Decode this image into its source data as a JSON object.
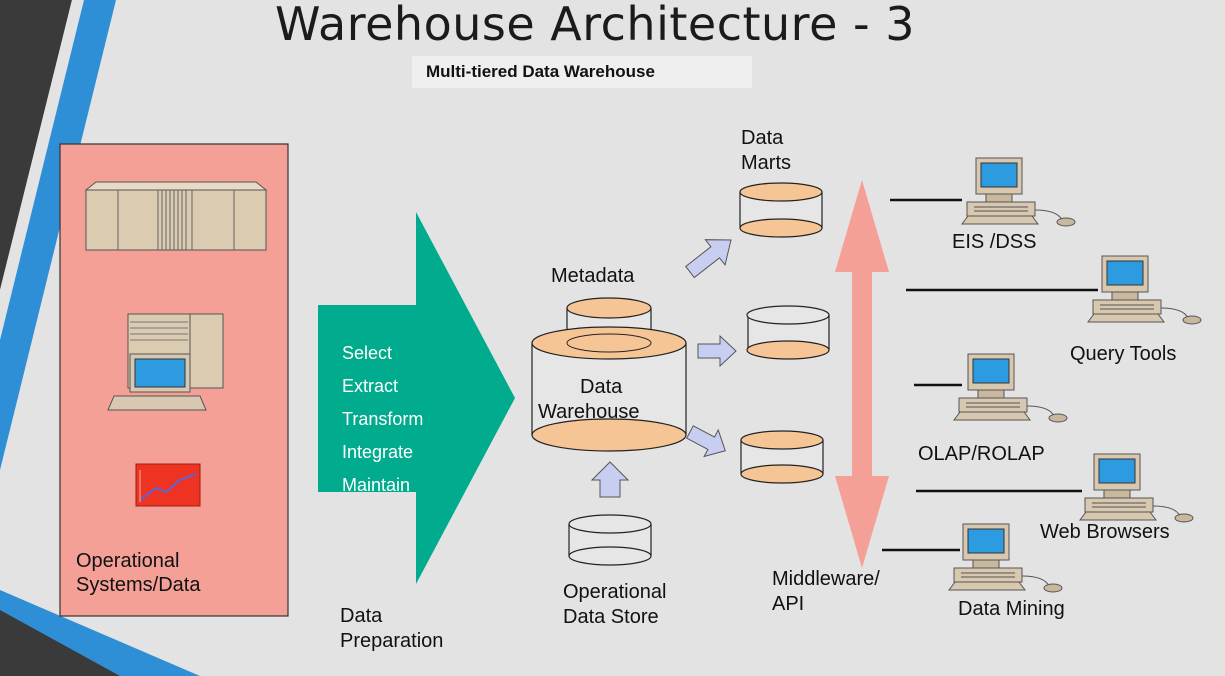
{
  "title": "Warehouse Architecture - 3",
  "subtitle": "Multi-tiered Data Warehouse",
  "sources": {
    "label_line1": "Operational",
    "label_line2": "Systems/Data"
  },
  "preparation": {
    "steps": [
      "Select",
      "Extract",
      "Transform",
      "Integrate",
      "Maintain"
    ],
    "label_line1": "Data",
    "label_line2": "Preparation"
  },
  "warehouse": {
    "label_line1": "Data",
    "label_line2": "Warehouse"
  },
  "metadata": {
    "label": "Metadata"
  },
  "data_marts": {
    "label_line1": "Data",
    "label_line2": "Marts"
  },
  "ods": {
    "label_line1": "Operational",
    "label_line2": "Data Store"
  },
  "middleware": {
    "label_line1": "Middleware/",
    "label_line2": "API"
  },
  "tools": [
    "EIS /DSS",
    "Query Tools",
    "OLAP/ROLAP",
    "Web Browsers",
    "Data Mining"
  ],
  "colors": {
    "source_panel": "#f4a096",
    "prep_arrow": "#00ab8e",
    "cylinder_fill": "#f6c596",
    "middleware_arrow": "#f4a096",
    "small_arrow": "#c8cef2"
  }
}
